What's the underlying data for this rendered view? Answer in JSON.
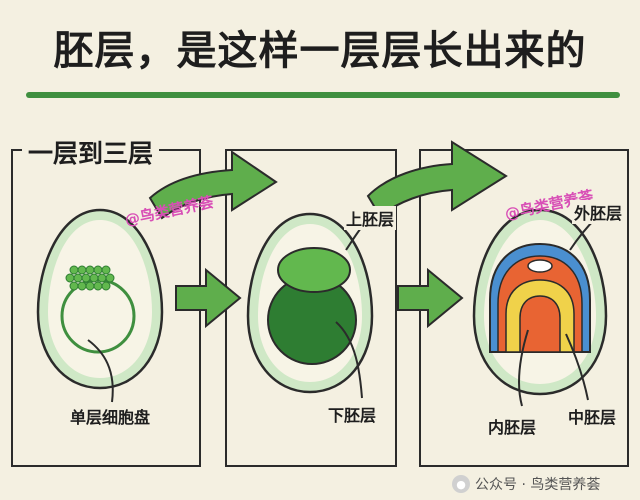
{
  "title": "胚层，是这样一层层长出来的",
  "subtitle": "一层到三层",
  "watermark": "@鸟类营养荟",
  "panels": [
    {
      "labels": [
        "单层细胞盘"
      ]
    },
    {
      "labels": [
        "上胚层",
        "下胚层"
      ]
    },
    {
      "labels": [
        "外胚层",
        "内胚层",
        "中胚层"
      ]
    }
  ],
  "footer": {
    "text": "公众号 · 鸟类营养荟"
  },
  "colors": {
    "background": "#f4f0e1",
    "accent_green": "#3f8f3f",
    "epiblast": "#62b84e",
    "hypoblast": "#2e7d32",
    "ectoderm": "#4a8fd0",
    "mesoderm": "#e86433",
    "endoderm": "#f0d24a",
    "watermark": "#d84fb6"
  }
}
